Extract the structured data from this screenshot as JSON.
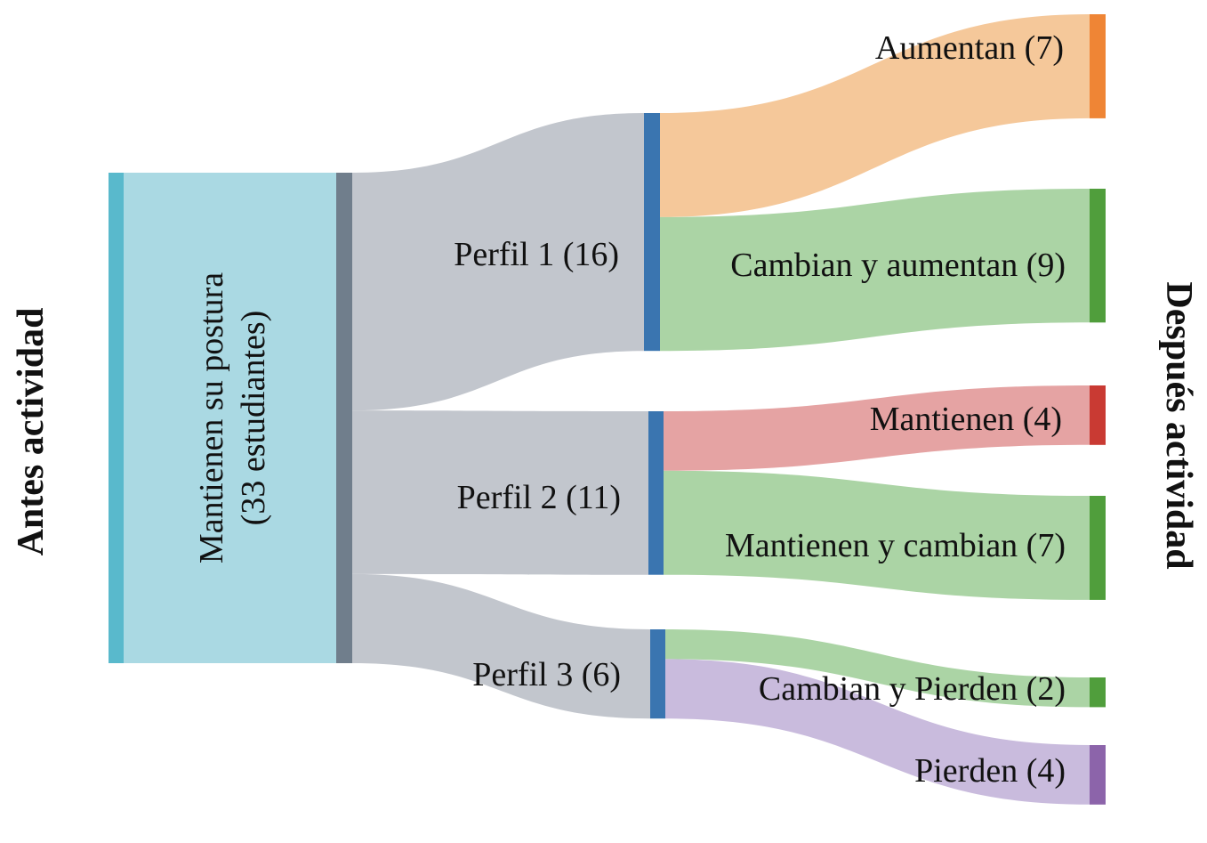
{
  "chart_data": {
    "type": "sankey",
    "title": "",
    "stage_labels": {
      "left": "Antes actividad",
      "right": "Después actividad"
    },
    "nodes": [
      {
        "id": "src",
        "label_lines": [
          "Mantienen su postura",
          "(33 estudiantes)"
        ],
        "value": 33,
        "color": "#59b9cc",
        "stage": 0
      },
      {
        "id": "p1",
        "label": "Perfil 1 (16)",
        "value": 16,
        "color": "#3a75b0",
        "stage": 1
      },
      {
        "id": "p2",
        "label": "Perfil 2 (11)",
        "value": 11,
        "color": "#3a75b0",
        "stage": 1
      },
      {
        "id": "p3",
        "label": "Perfil 3 (6)",
        "value": 6,
        "color": "#3a75b0",
        "stage": 1
      },
      {
        "id": "aum",
        "label": "Aumentan (7)",
        "value": 7,
        "color": "#ef8535",
        "stage": 2
      },
      {
        "id": "cya",
        "label": "Cambian y aumentan (9)",
        "value": 9,
        "color": "#509e3c",
        "stage": 2
      },
      {
        "id": "man",
        "label": "Mantienen (4)",
        "value": 4,
        "color": "#c93a33",
        "stage": 2
      },
      {
        "id": "myc",
        "label": "Mantienen y cambian (7)",
        "value": 7,
        "color": "#509e3c",
        "stage": 2
      },
      {
        "id": "cyp",
        "label": "Cambian y Pierden (2)",
        "value": 2,
        "color": "#509e3c",
        "stage": 2
      },
      {
        "id": "pie",
        "label": "Pierden (4)",
        "value": 4,
        "color": "#8c64aa",
        "stage": 2
      }
    ],
    "links": [
      {
        "source": "src",
        "target": "p1",
        "value": 16,
        "color": "#c2c6cd"
      },
      {
        "source": "src",
        "target": "p2",
        "value": 11,
        "color": "#c2c6cd"
      },
      {
        "source": "src",
        "target": "p3",
        "value": 6,
        "color": "#c2c6cd"
      },
      {
        "source": "p1",
        "target": "aum",
        "value": 7,
        "color": "#f5c89a"
      },
      {
        "source": "p1",
        "target": "cya",
        "value": 9,
        "color": "#abd4a5"
      },
      {
        "source": "p2",
        "target": "man",
        "value": 4,
        "color": "#e5a3a3"
      },
      {
        "source": "p2",
        "target": "myc",
        "value": 7,
        "color": "#abd4a5"
      },
      {
        "source": "p3",
        "target": "cyp",
        "value": 2,
        "color": "#abd4a5"
      },
      {
        "source": "p3",
        "target": "pie",
        "value": 4,
        "color": "#c9bbdd"
      }
    ],
    "source_block_color": "#aad9e3",
    "source_right_bar_color": "#707e8c"
  }
}
